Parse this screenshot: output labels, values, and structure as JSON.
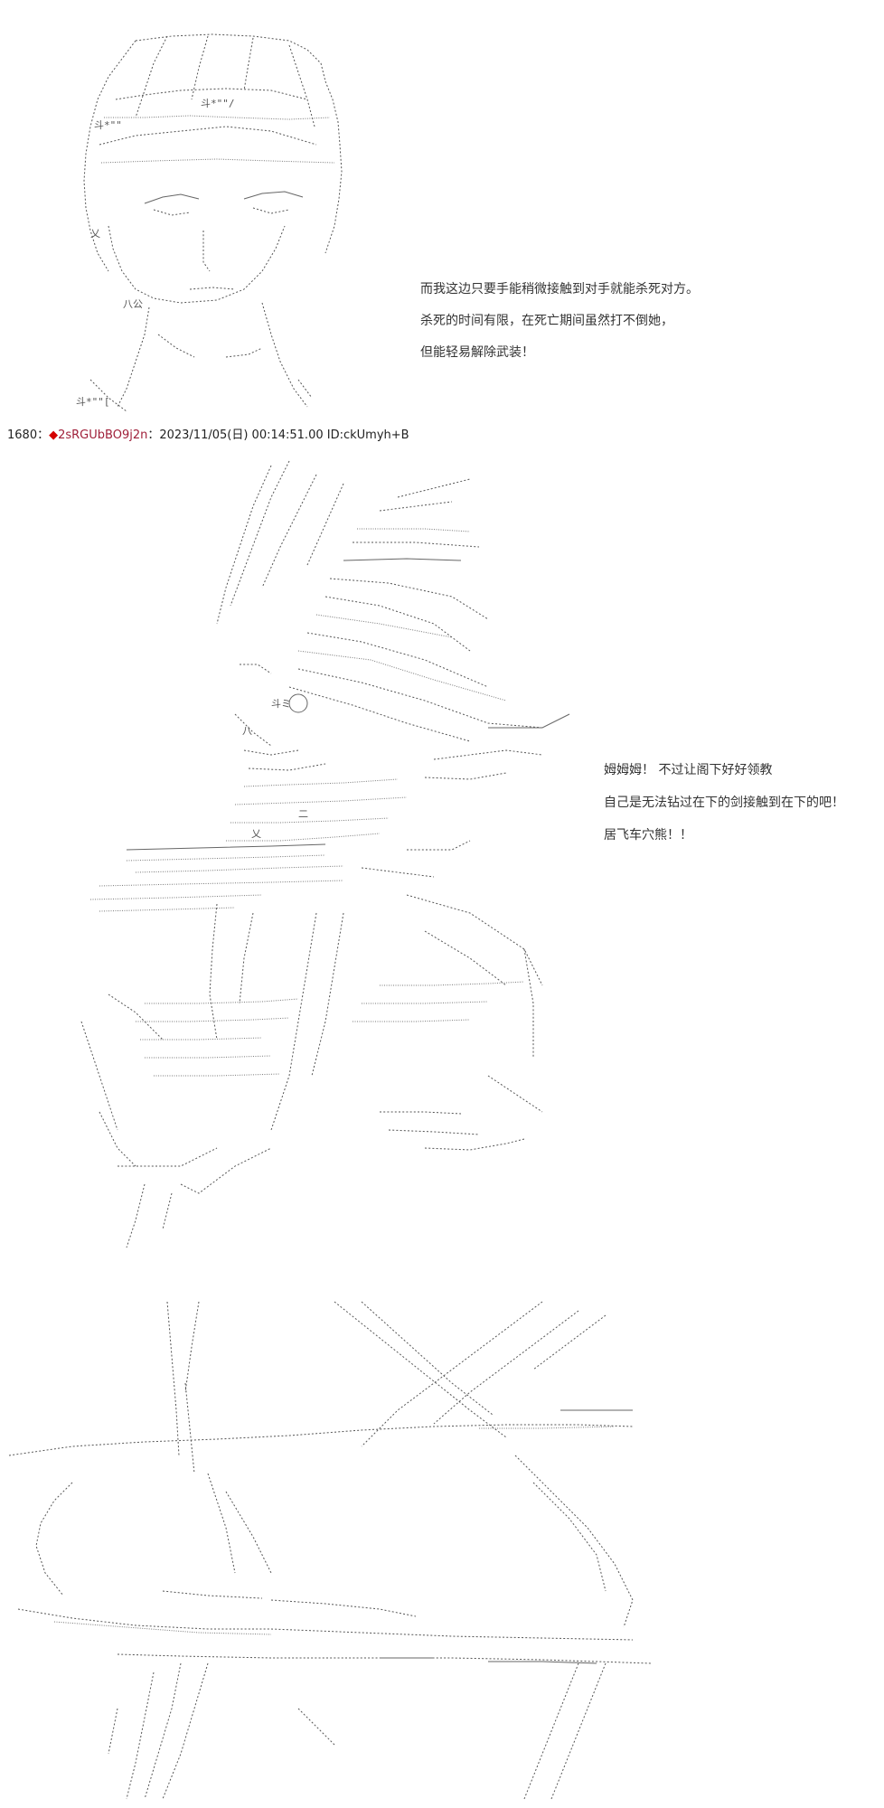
{
  "panel1": {
    "speech": [
      "而我这边只要手能稍微接触到对手就能杀死对方。",
      "杀死的时间有限，在死亡期间虽然打不倒她，",
      "但能轻易解除武装！"
    ],
    "art_text": [
      "斗*\"\"/",
      "斗*\"\"",
      "八公",
      "乂",
      "斗*\"\"["
    ]
  },
  "post": {
    "number": "1680",
    "separator": "：",
    "diamond": "◆",
    "trip": "2sRGUbBO9j2n",
    "datetime": "：2023/11/05(日) 00:14:51.00 ID:ckUmyh+B"
  },
  "panel2": {
    "speech": [
      "姆姆姆！  不过让阁下好好领教",
      "自己是无法钻过在下的剑接触到在下的吧！",
      "居飞车穴熊！！"
    ],
    "art_text": [
      "斗ミ",
      "八",
      "二",
      "乂"
    ]
  },
  "colors": {
    "text": "#333333",
    "art": "#555555",
    "diamond": "#d40000",
    "trip": "#a0203a",
    "background": "#ffffff"
  }
}
